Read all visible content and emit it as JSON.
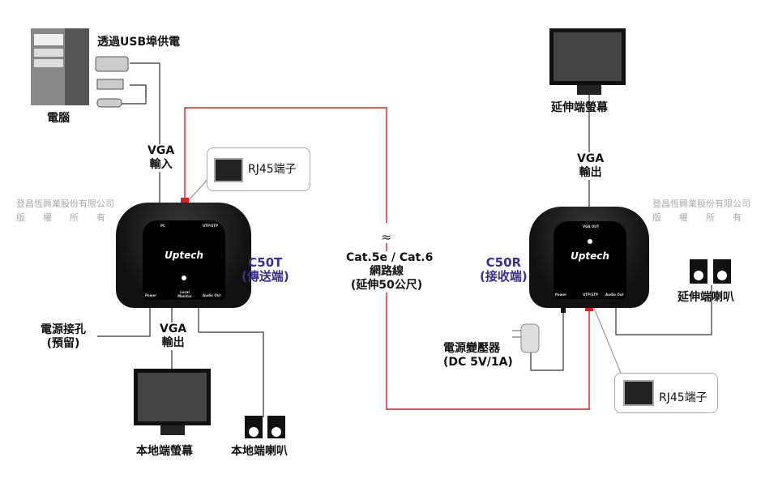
{
  "labels": {
    "usb_power": "透過USB埠供電",
    "pc": "電腦",
    "vga_in": "VGA\n輸入",
    "rj45": "RJ45端子",
    "c50t": "C50T",
    "c50t_sub": "(傳送端)",
    "cable": "Cat.5e / Cat.6",
    "cable_sub": "網路線",
    "cable_len": "(延伸50公尺)",
    "c50r": "C50R",
    "c50r_sub": "(接收端)",
    "remote_monitor": "延伸端螢幕",
    "vga_out": "VGA\n輸出",
    "remote_speaker": "延伸端喇叭",
    "adapter": "電源變壓器",
    "adapter_spec": "(DC 5V/1A)",
    "power_jack": "電源接孔",
    "power_jack_sub": "(預留)",
    "local_monitor": "本地端螢幕",
    "local_speaker": "本地端喇叭"
  },
  "watermark": {
    "line1": "登昌恆興業股份有限公司",
    "line2": "版　　權　　所　　有"
  },
  "device": {
    "brand": "Uptech",
    "tx_ports_top": [
      "PC",
      "UTP/STP"
    ],
    "tx_ports_bottom": [
      "Power",
      "Local Monitor",
      "Audio Out"
    ],
    "rx_ports_top": [
      "VGA OUT"
    ],
    "rx_ports_bottom": [
      "Power",
      "UTP/STP",
      "Audio Out"
    ]
  },
  "colors": {
    "cable": "#e8191f",
    "label_accent": "#3b2f8f"
  }
}
